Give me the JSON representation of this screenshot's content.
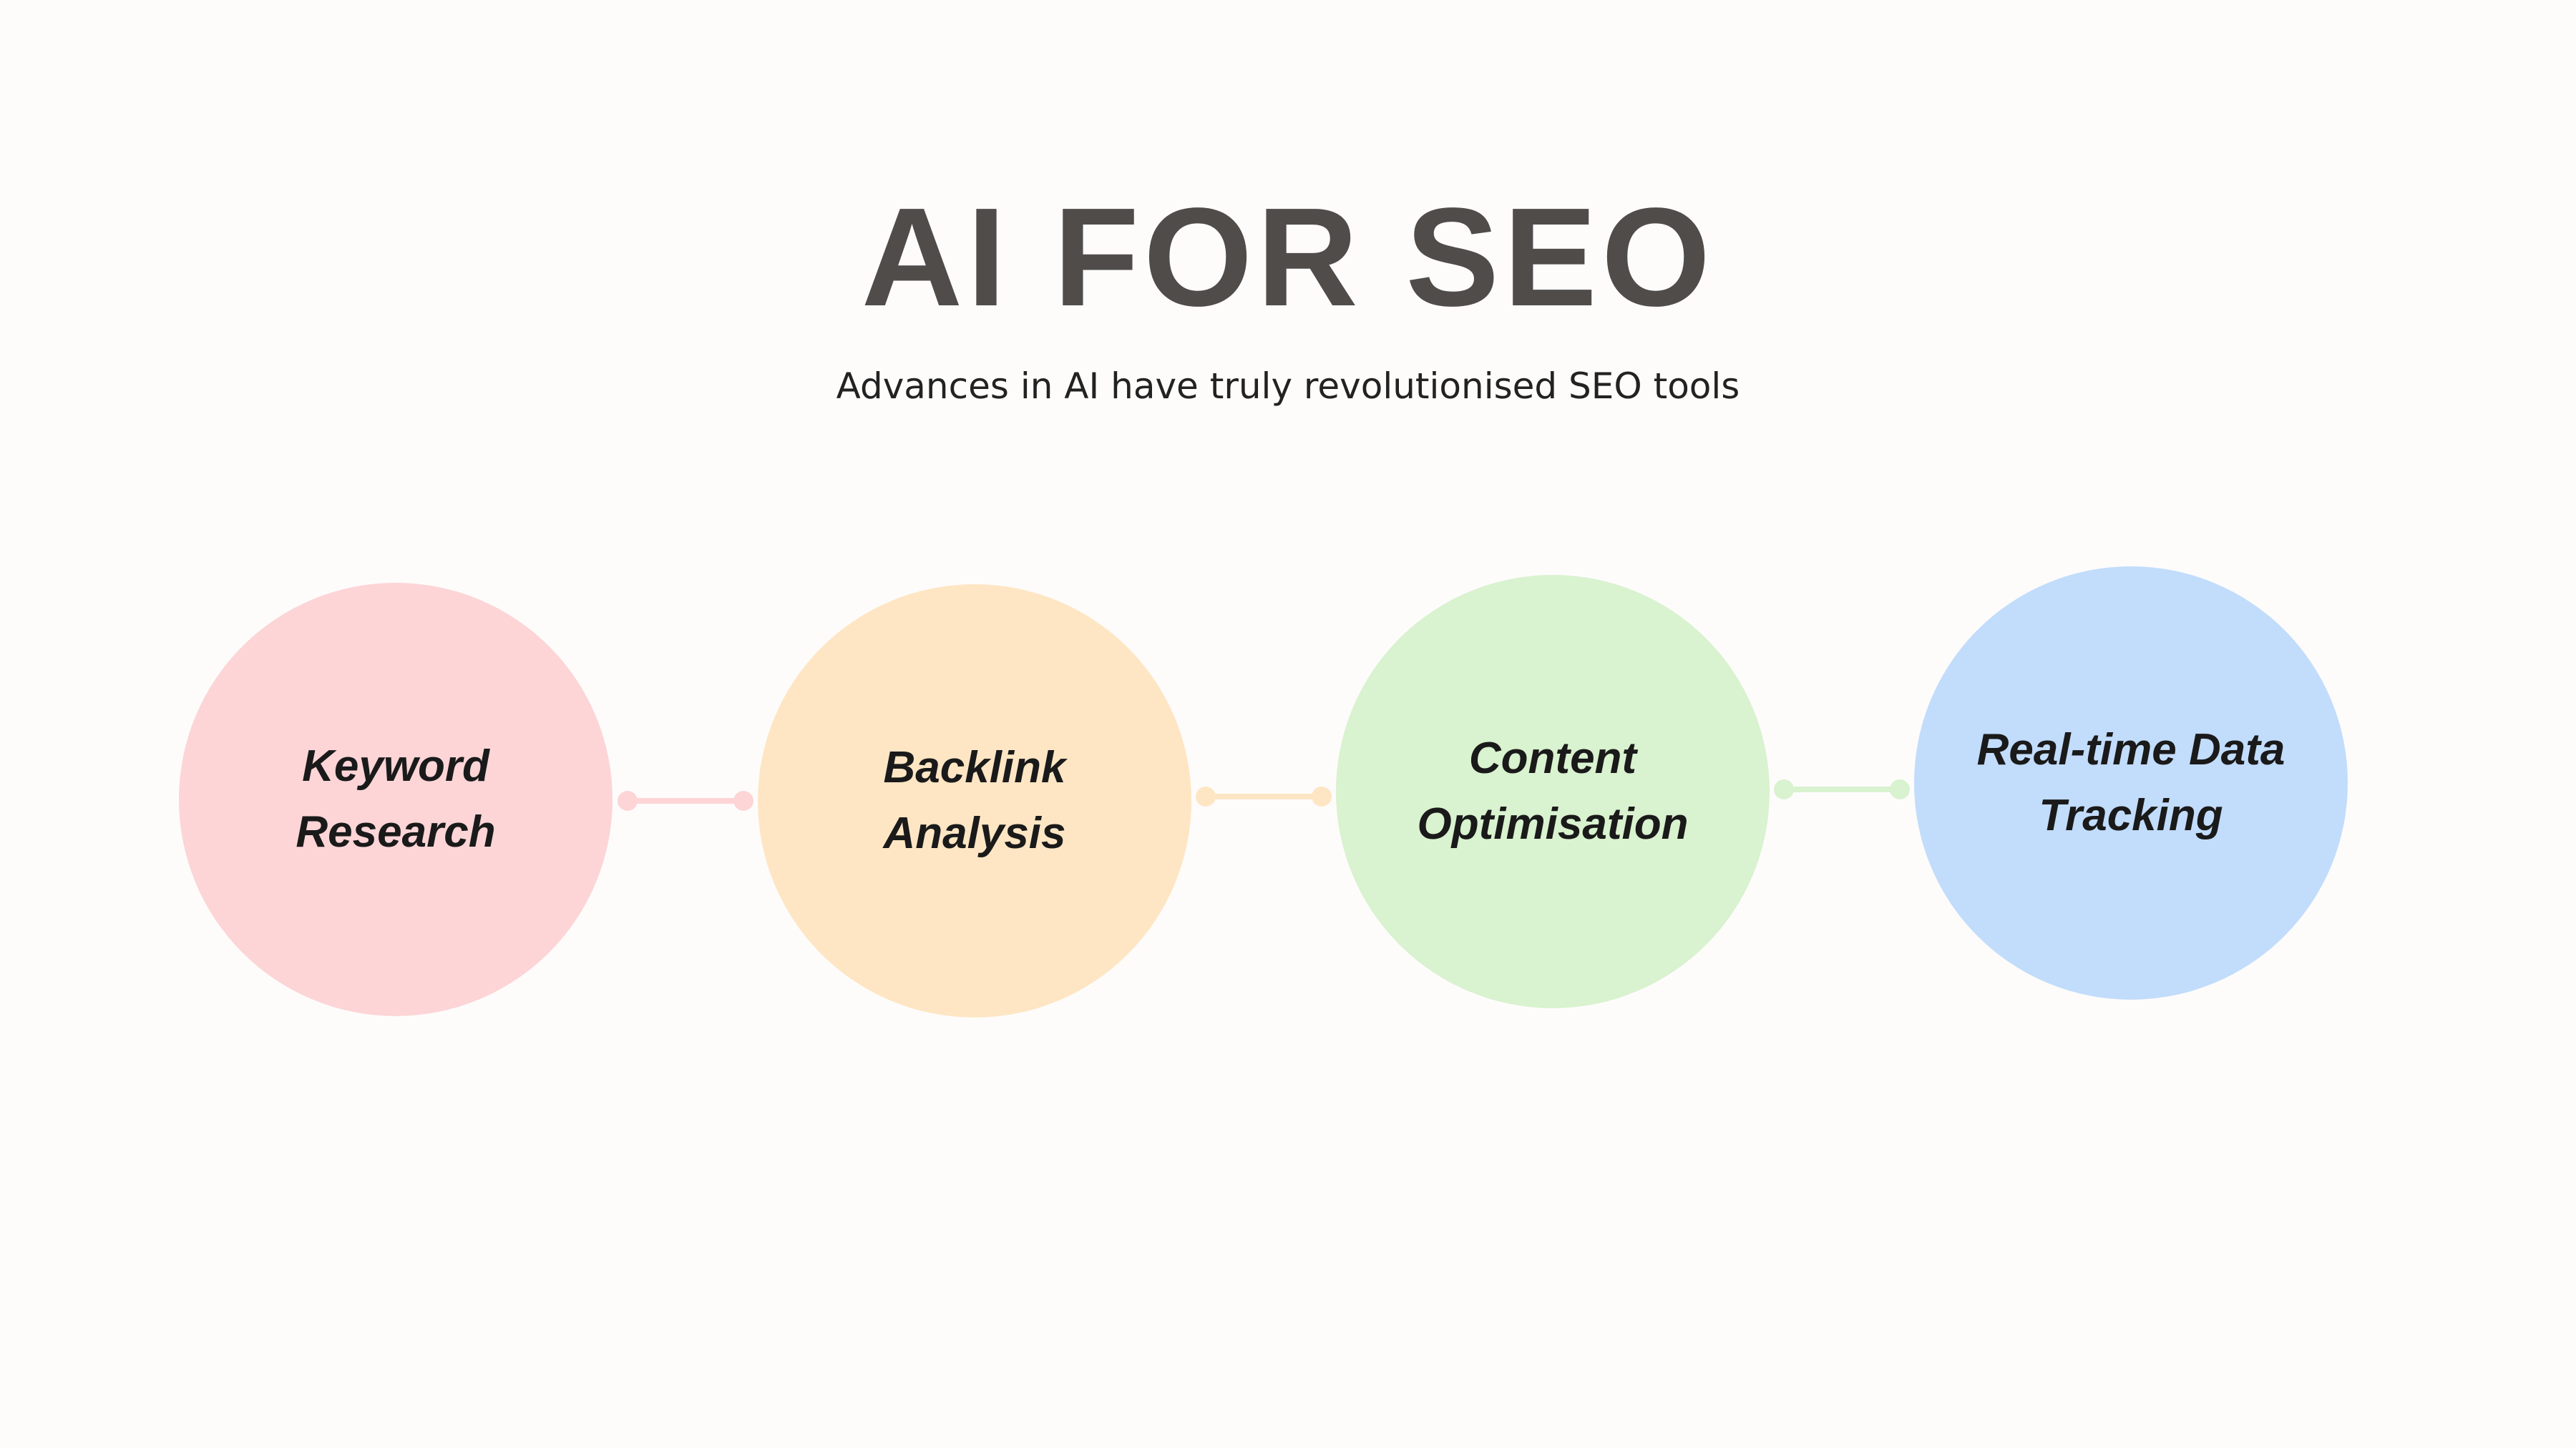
{
  "header": {
    "title": "AI FOR SEO",
    "subtitle": "Advances in AI have truly revolutionised SEO tools"
  },
  "steps": [
    {
      "label": "Keyword\nResearch",
      "color": "#fdd5d7"
    },
    {
      "label": "Backlink\nAnalysis",
      "color": "#fee6c4"
    },
    {
      "label": "Content\nOptimisation",
      "color": "#d9f2cf"
    },
    {
      "label": "Real-time Data\nTracking",
      "color": "#c2dcfb"
    }
  ]
}
